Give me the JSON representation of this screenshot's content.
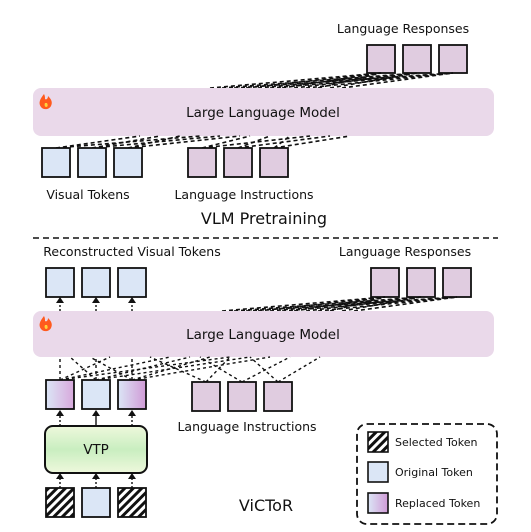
{
  "top_section": {
    "language_responses_label": "Language Responses",
    "llm_label": "Large Language Model",
    "visual_tokens_label": "Visual Tokens",
    "language_instructions_label": "Language Instructions",
    "title": "VLM Pretraining"
  },
  "bottom_section": {
    "reconstructed_visual_tokens_label": "Reconstructed Visual Tokens",
    "language_responses_label": "Language Responses",
    "llm_label": "Large Language Model",
    "language_instructions_label": "Language Instructions",
    "vtp_label": "VTP",
    "title": "ViCToR"
  },
  "legend": {
    "selected_token": "Selected Token",
    "original_token": "Original  Token",
    "replaced_token": "Replaced Token"
  },
  "colors": {
    "llm_fill": "#ead9ea",
    "visual_token": "#dbe6f6",
    "language_token": "#e0cce0",
    "vtp_gradient_start": "#f0f8e0",
    "vtp_gradient_end": "#d6f0cc",
    "flame": "#ff5a1e"
  },
  "icons": {
    "trainable": "flame-icon"
  }
}
